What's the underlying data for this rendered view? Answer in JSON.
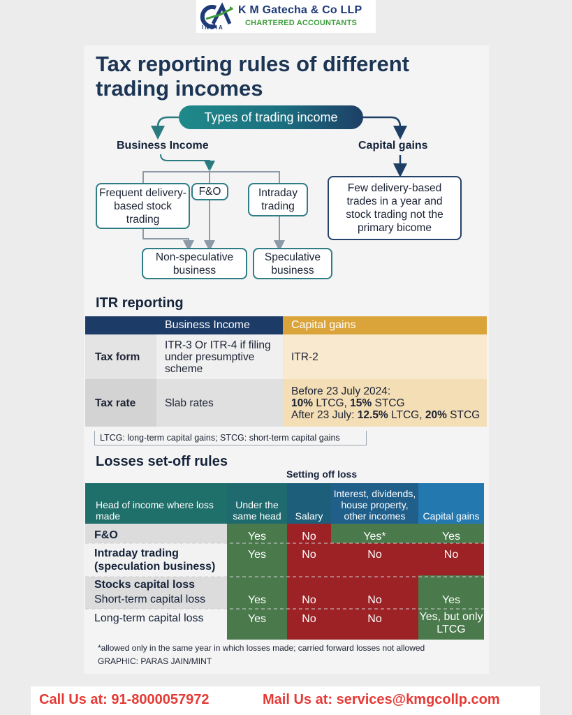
{
  "brand": {
    "logo_text": "CA",
    "logo_sub": "INDIA",
    "name": "K M Gatecha & Co LLP",
    "tagline": "CHARTERED ACCOUNTANTS"
  },
  "title": "Tax reporting rules of different trading incomes",
  "flow": {
    "root": "Types of trading income",
    "business": "Business Income",
    "capital": "Capital gains",
    "frequent": "Frequent delivery-based stock trading",
    "fo": "F&O",
    "intraday": "Intraday trading",
    "few_delivery": "Few delivery-based trades in a year and stock trading not the primary bicome",
    "non_spec": "Non-speculative business",
    "spec": "Speculative business"
  },
  "itr": {
    "heading": "ITR reporting",
    "col_business": "Business Income",
    "col_capital": "Capital gains",
    "tax_form_label": "Tax form",
    "tax_form_business": "ITR-3 Or ITR-4 if filing under presumptive scheme",
    "tax_form_capital": "ITR-2",
    "tax_rate_label": "Tax rate",
    "tax_rate_business": "Slab rates",
    "rate_line1": "Before 23 July 2024:",
    "rate_l2_a": "10%",
    "rate_l2_b": " LTCG, ",
    "rate_l2_c": "15%",
    "rate_l2_d": " STCG",
    "rate_l3_a": "After 23 July: ",
    "rate_l3_b": "12.5%",
    "rate_l3_c": " LTCG, ",
    "rate_l3_d": "20%",
    "rate_l3_e": " STCG",
    "note": "LTCG: long-term capital gains; STCG: short-term capital gains"
  },
  "losses": {
    "heading": "Losses set-off rules",
    "setting_off": "Setting off loss",
    "head_col": "Head of income where loss made",
    "col_same": "Under the same head",
    "col_salary": "Salary",
    "col_interest": "Interest, dividends, house property, other incomes",
    "col_capital": "Capital gains",
    "rows": [
      {
        "label": "F&O",
        "same": "Yes",
        "salary": "No",
        "interest": "Yes*",
        "capital": "Yes"
      },
      {
        "label": "Intraday trading (speculation business)",
        "same": "Yes",
        "salary": "No",
        "interest": "No",
        "capital": "No"
      },
      {
        "label": "Stocks capital loss"
      },
      {
        "label": "Short-term capital loss",
        "same": "Yes",
        "salary": "No",
        "interest": "No",
        "capital": "Yes"
      },
      {
        "label": "Long-term capital loss",
        "same": "Yes",
        "salary": "No",
        "interest": "No",
        "capital": "Yes, but only LTCG"
      }
    ],
    "footnote": "*allowed only in the same year in which losses made; carried forward losses not allowed",
    "credit": "GRAPHIC: PARAS JAIN/MINT"
  },
  "contact": {
    "call": "Call Us at: 91-8000057972",
    "mail": "Mail Us at: services@kmgcollp.com"
  },
  "colors": {
    "navy": "#1c3b66",
    "teal": "#2a7b7f",
    "gold": "#dba43a",
    "green": "#4a7a4c",
    "red": "#9c2226",
    "contact_red": "#e53a35"
  }
}
